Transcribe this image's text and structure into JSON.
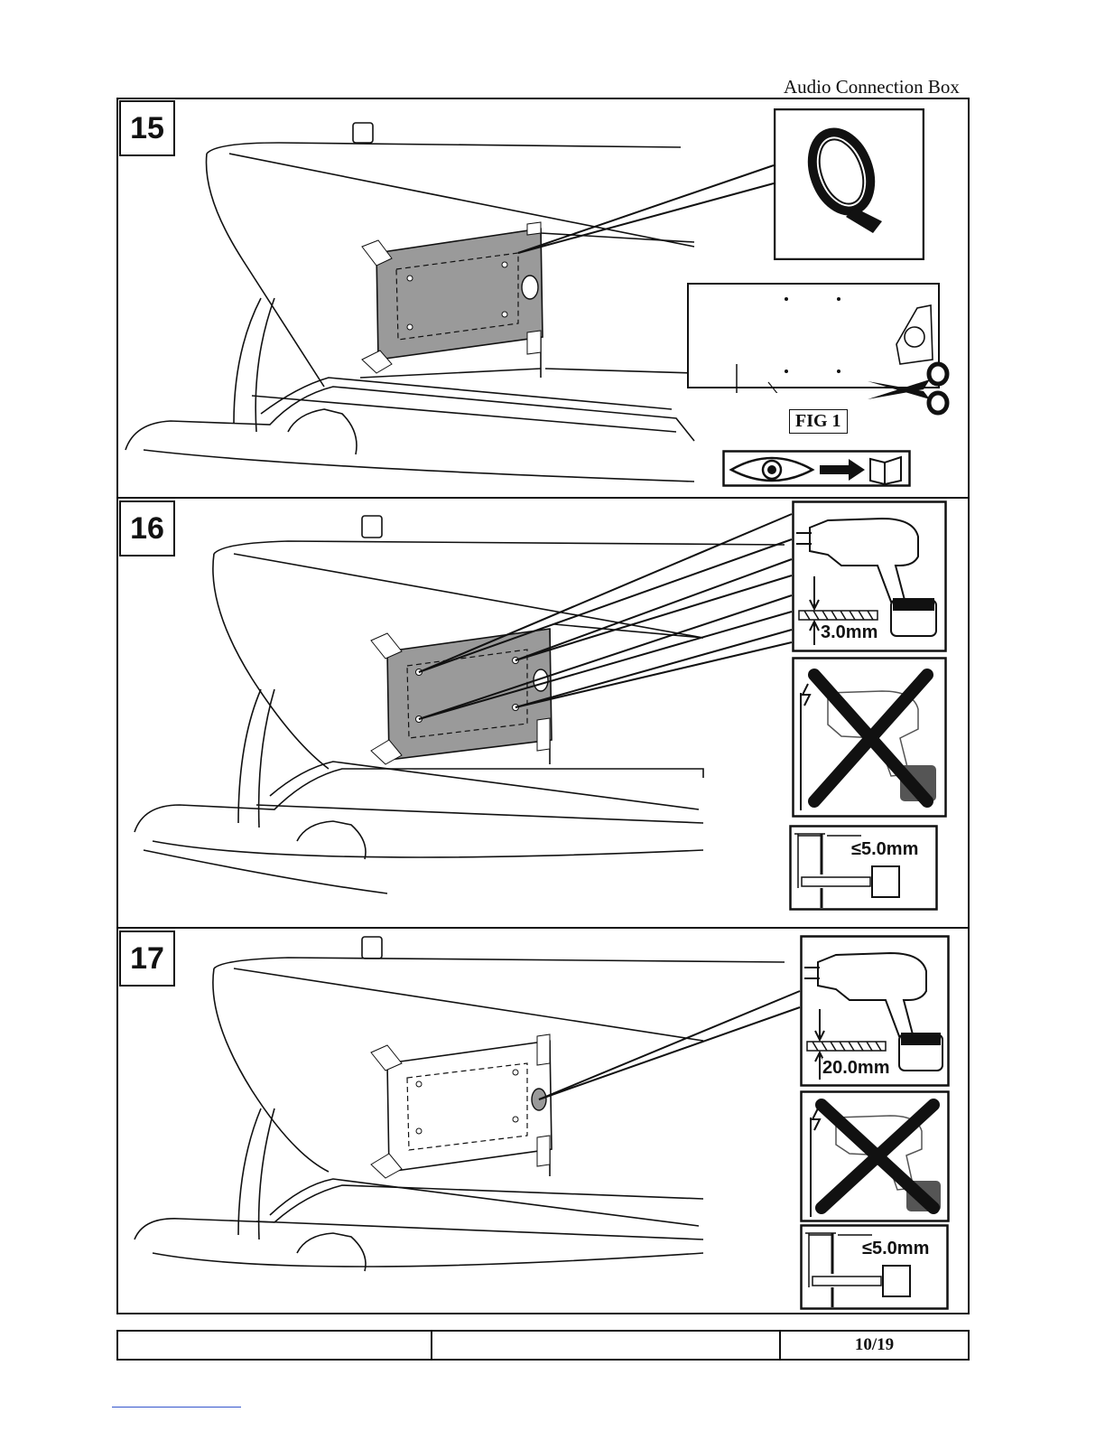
{
  "header": {
    "title": "Audio Connection Box"
  },
  "steps": [
    {
      "number": "15",
      "figure_label": "FIG 1"
    },
    {
      "number": "16",
      "drill_size": "3.0mm",
      "depth_limit": "≤5.0mm"
    },
    {
      "number": "17",
      "drill_size": "20.0mm",
      "depth_limit": "≤5.0mm"
    }
  ],
  "footer": {
    "page": "10/19"
  },
  "icons": [
    "tape-roll-icon",
    "scissors-icon",
    "eye-icon",
    "arrow-right-icon",
    "open-book-icon",
    "drill-icon",
    "no-hammer-drill-icon",
    "depth-stop-icon"
  ]
}
